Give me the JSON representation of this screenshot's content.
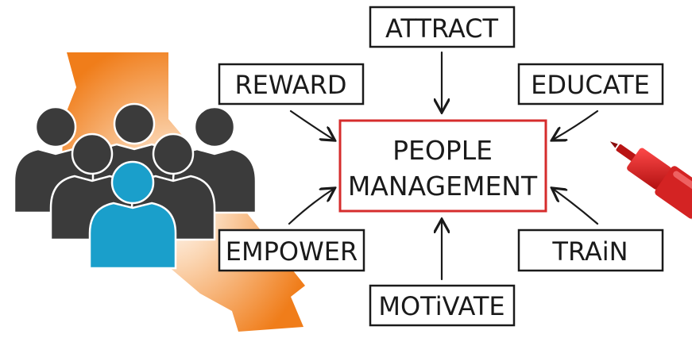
{
  "center": {
    "line1": "PEOPLE",
    "line2": "MANAGEMENT"
  },
  "nodes": {
    "attract": "ATTRACT",
    "reward": "REWARD",
    "educate": "EDUCATE",
    "empower": "EMPOWER",
    "train": "TRAiN",
    "motivate": "MOTiVATE"
  },
  "colors": {
    "state": "#f07d1a",
    "people_dark": "#3b3b3b",
    "people_highlight": "#1a9fcb",
    "center_border": "#d62c2c",
    "marker": "#d42323",
    "ink": "#1a1a1a"
  },
  "icons": {
    "state_shape": "california-map-icon",
    "group": "people-group-icon",
    "marker": "red-marker-icon"
  }
}
